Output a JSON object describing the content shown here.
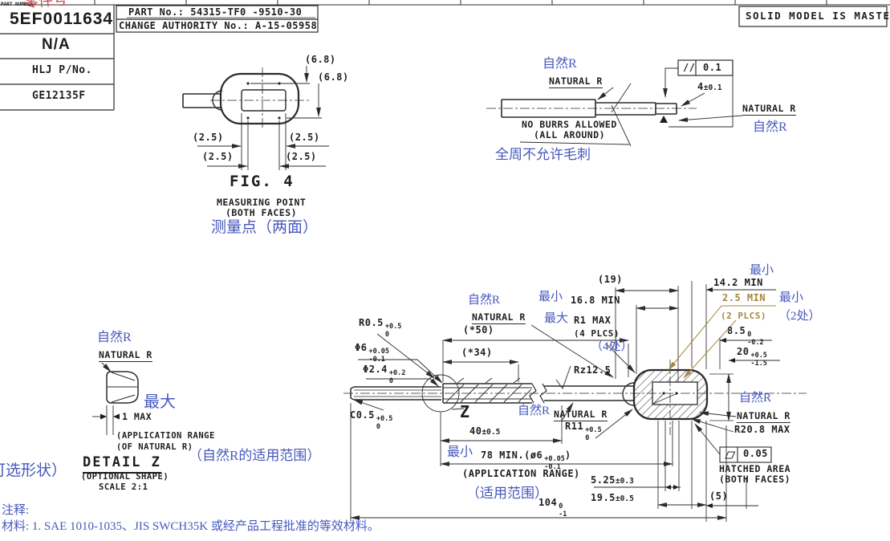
{
  "colors": {
    "annotation_blue": "#4757bd",
    "leader_tan": "#a8853f",
    "hand_red": "#cc4444",
    "line_dark": "#2b2b2b"
  },
  "tb": {
    "small_label": "PART NUMBER:",
    "hand_cn": "零件号",
    "part_number": "5EF0011634",
    "na": "N/A",
    "hlj": "HLJ P/No.",
    "ge": "GE12135F",
    "part_no": "PART No.: 54315-TF0 -9510-30",
    "change": "CHANGE AUTHORITY No.: A-15-05958",
    "solid": "SOLID MODEL IS MASTER"
  },
  "fig4": {
    "d68a": "(6.8)",
    "d68b": "(6.8)",
    "d25a": "(2.5)",
    "d25b": "(2.5)",
    "d25c": "(2.5)",
    "d25d": "(2.5)",
    "title": "FIG. 4",
    "sub1": "MEASURING POINT",
    "sub2": "(BOTH FACES)",
    "cn": "测量点（两面）"
  },
  "db": {
    "cn1": "自然R",
    "nat1": "NATURAL R",
    "par_sym": "//",
    "par_val": "0.1",
    "d4": {
      "m": "4",
      "pm": "±0.1"
    },
    "burr1": "NO BURRS ALLOWED",
    "burr2": "(ALL AROUND)",
    "nat2": "NATURAL R",
    "cn2": "自然R",
    "burr_cn": "全周不允许毛刺"
  },
  "dz": {
    "cn1": "自然R",
    "nat": "NATURAL R",
    "max_cn": "最大",
    "one_max": "1 MAX",
    "app1": "(APPLICATION RANGE",
    "app2": "(OF NATURAL R)",
    "title": "DETAIL Z",
    "opt": "(OPTIONAL SHAPE)",
    "opt_cn": "可选形状）",
    "scale": "SCALE 2:1",
    "app_cn": "（自然R的适用范围）"
  },
  "mv": {
    "r05": {
      "m": "R0.5",
      "u": "+0.5",
      "d": "0"
    },
    "d6": {
      "m": "Φ6",
      "u": "+0.05",
      "d": "-0.1"
    },
    "d24": {
      "m": "Φ2.4",
      "u": "+0.2",
      "d": "0"
    },
    "c05": {
      "m": "C0.5",
      "u": "+0.5",
      "d": "0"
    },
    "s50": "(*50)",
    "s34": "(*34)",
    "natl_cn": "自然R",
    "natl": "NATURAL R",
    "min168_cn": "最小",
    "min168": "16.8 MIN",
    "maxr1_cn": "最大",
    "maxr1": "R1 MAX",
    "p4": "(4 PLCS)",
    "p4_cn": "（4处）",
    "d19": "(19)",
    "rz": "Rz12.5",
    "min142_cn": "最小",
    "min142": "14.2 MIN",
    "min25": "2.5 MIN",
    "min25_cn": "最小",
    "p2": "(2 PLCS)",
    "p2_cn": "（2处）",
    "d85": {
      "m": "8.5",
      "u": "0",
      "d": "-0.2"
    },
    "d20": {
      "m": "20",
      "u": "+0.5",
      "d": "-1.5"
    },
    "natr_cn": "自然R",
    "natr": "NATURAL R",
    "r208": "R20.8 MAX",
    "flat": "0.05",
    "hat1": "HATCHED AREA",
    "hat2": "(BOTH FACES)",
    "d5": "(5)",
    "natm_cn": "自然R",
    "natm": "NATURAL R",
    "z": "Z",
    "d40": {
      "m": "40",
      "pm": "±0.5"
    },
    "r11": {
      "m": "R11",
      "u": "+0.5",
      "d": "0"
    },
    "min78_cn": "最小",
    "min78_pre": "78 MIN.(ø6",
    "min78_u": "+0.05",
    "min78_d": "-0.1",
    "min78_post": ")",
    "app": "(APPLICATION RANGE)",
    "app_cn": "（适用范围）",
    "d104": {
      "m": "104",
      "u": "0",
      "d": "-1"
    },
    "d525": {
      "m": "5.25",
      "pm": "±0.3"
    },
    "d195": {
      "m": "19.5",
      "pm": "±0.5"
    }
  },
  "notes": {
    "l1": "注释:",
    "l2": "材料: 1. SAE 1010-1035、JIS SWCH35K 或经产品工程批准的等效材料。"
  }
}
